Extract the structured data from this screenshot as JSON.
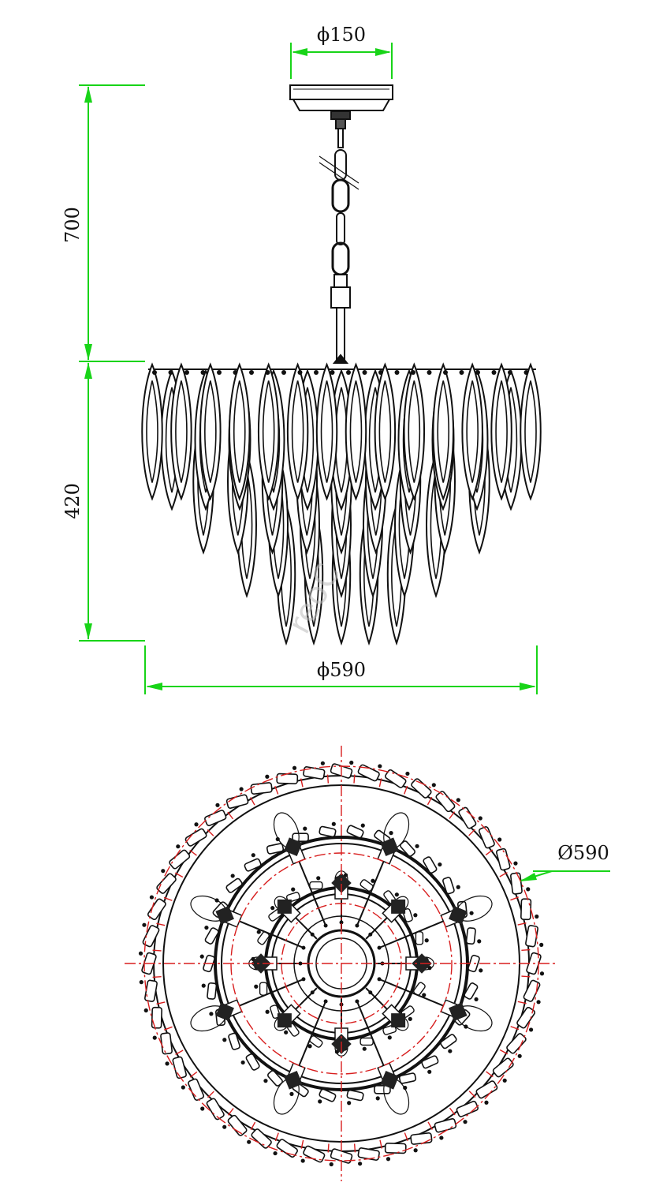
{
  "dimensions": {
    "canopy_diameter": "ϕ150",
    "drop_height": "700",
    "body_height": "420",
    "body_diameter": "ϕ590",
    "top_view_diameter": "Ø590"
  },
  "watermark": "reoC",
  "colors": {
    "dimension_line": "#18d418",
    "center_line": "#d81e1e",
    "drawing": "#111111"
  }
}
